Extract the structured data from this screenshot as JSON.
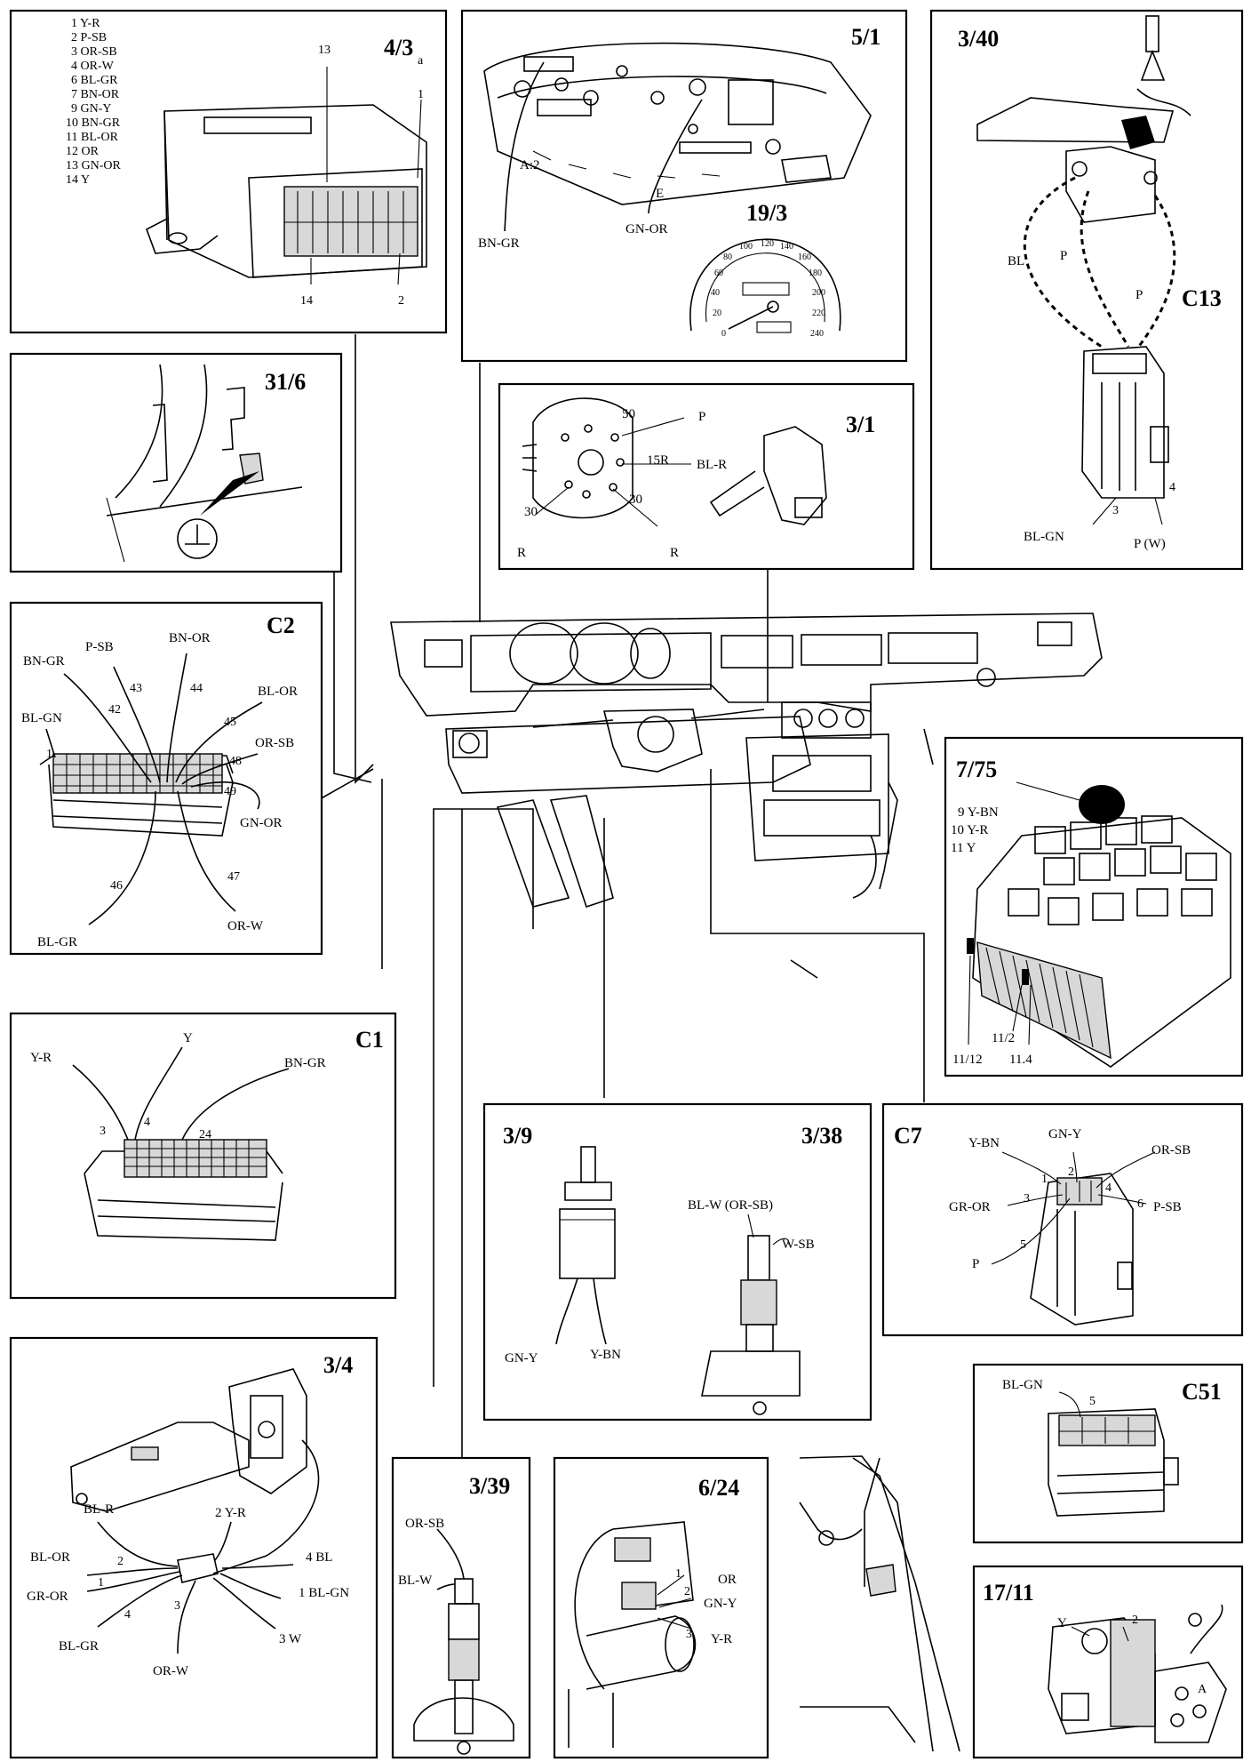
{
  "panels": {
    "p43": {
      "code": "4/3",
      "sub": "a",
      "legend": [
        "1  Y-R",
        "2  P-SB",
        "3  OR-SB",
        "4  OR-W",
        "6  BL-GR",
        "7  BN-OR",
        "9  GN-Y",
        "10  BN-GR",
        "11  BL-OR",
        "12  OR",
        "13  GN-OR",
        "14  Y"
      ],
      "pins": {
        "p13": "13",
        "p1": "1",
        "p14": "14",
        "p2": "2"
      }
    },
    "p51": {
      "code": "5/1",
      "a2": "A:2",
      "e": "E",
      "bngr": "BN-GR",
      "gnor": "GN-OR"
    },
    "p193": {
      "code": "19/3",
      "ticks": [
        "0",
        "20",
        "40",
        "60",
        "80",
        "100",
        "120",
        "140",
        "160",
        "180",
        "200",
        "220",
        "240"
      ]
    },
    "p340": {
      "code": "3/40",
      "c13": "C13",
      "bl": "BL",
      "p1": "P",
      "p2": "P",
      "blgn": "BL-GN",
      "pw": "P (W)",
      "n3": "3",
      "n4": "4"
    },
    "p316": {
      "code": "31/6"
    },
    "p31": {
      "code": "3/1",
      "n50": "50",
      "p": "P",
      "n15r": "15R",
      "blr": "BL-R",
      "n30a": "30",
      "n30b": "30",
      "r1": "R",
      "r2": "R"
    },
    "c2": {
      "code": "C2",
      "bngr": "BN-GR",
      "psb": "P-SB",
      "bnor": "BN-OR",
      "blor": "BL-OR",
      "orsb": "OR-SB",
      "blgn": "BL-GN",
      "gnor": "GN-OR",
      "blgr": "BL-GR",
      "orw": "OR-W",
      "n1": "1",
      "n42": "42",
      "n43": "43",
      "n44": "44",
      "n45": "45",
      "n48": "48",
      "n49": "49",
      "n46": "46",
      "n47": "47"
    },
    "p775": {
      "code": "7/75",
      "r9": "9  Y-BN",
      "r10": "10  Y-R",
      "r11": "11  Y",
      "f1112": "11/12",
      "f112": "11/2",
      "f114": "11.4"
    },
    "c1": {
      "code": "C1",
      "yr": "Y-R",
      "y": "Y",
      "bngr": "BN-GR",
      "n3": "3",
      "n4": "4",
      "n24": "24"
    },
    "p39": {
      "code": "3/9",
      "code2": "3/38",
      "blw": "BL-W (OR-SB)",
      "wsb": "W-SB",
      "gny": "GN-Y",
      "ybn": "Y-BN"
    },
    "c7": {
      "code": "C7",
      "ybn": "Y-BN",
      "gny": "GN-Y",
      "orsb": "OR-SB",
      "gror": "GR-OR",
      "psb": "P-SB",
      "p": "P",
      "n1": "1",
      "n2": "2",
      "n3": "3",
      "n4": "4",
      "n5": "5",
      "n6": "6"
    },
    "p34": {
      "code": "3/4",
      "blr": "BL-R",
      "blor": "BL-OR",
      "yr": "2 Y-R",
      "bl": "4 BL",
      "blgn": "1 BL-GN",
      "gror": "GR-OR",
      "blgr": "BL-GR",
      "orw": "OR-W",
      "w": "3 W",
      "n2": "2",
      "n1": "1",
      "n4": "4",
      "n3": "3"
    },
    "p339": {
      "code": "3/39",
      "orsb": "OR-SB",
      "blw": "BL-W"
    },
    "p624": {
      "code": "6/24",
      "or": "OR",
      "gny": "GN-Y",
      "yr": "Y-R",
      "n1": "1",
      "n2": "2",
      "n3": "3"
    },
    "c51": {
      "code": "C51",
      "blgn": "BL-GN",
      "n5": "5"
    },
    "p1711": {
      "code": "17/11",
      "y": "Y",
      "n2": "2",
      "a": "A"
    }
  }
}
